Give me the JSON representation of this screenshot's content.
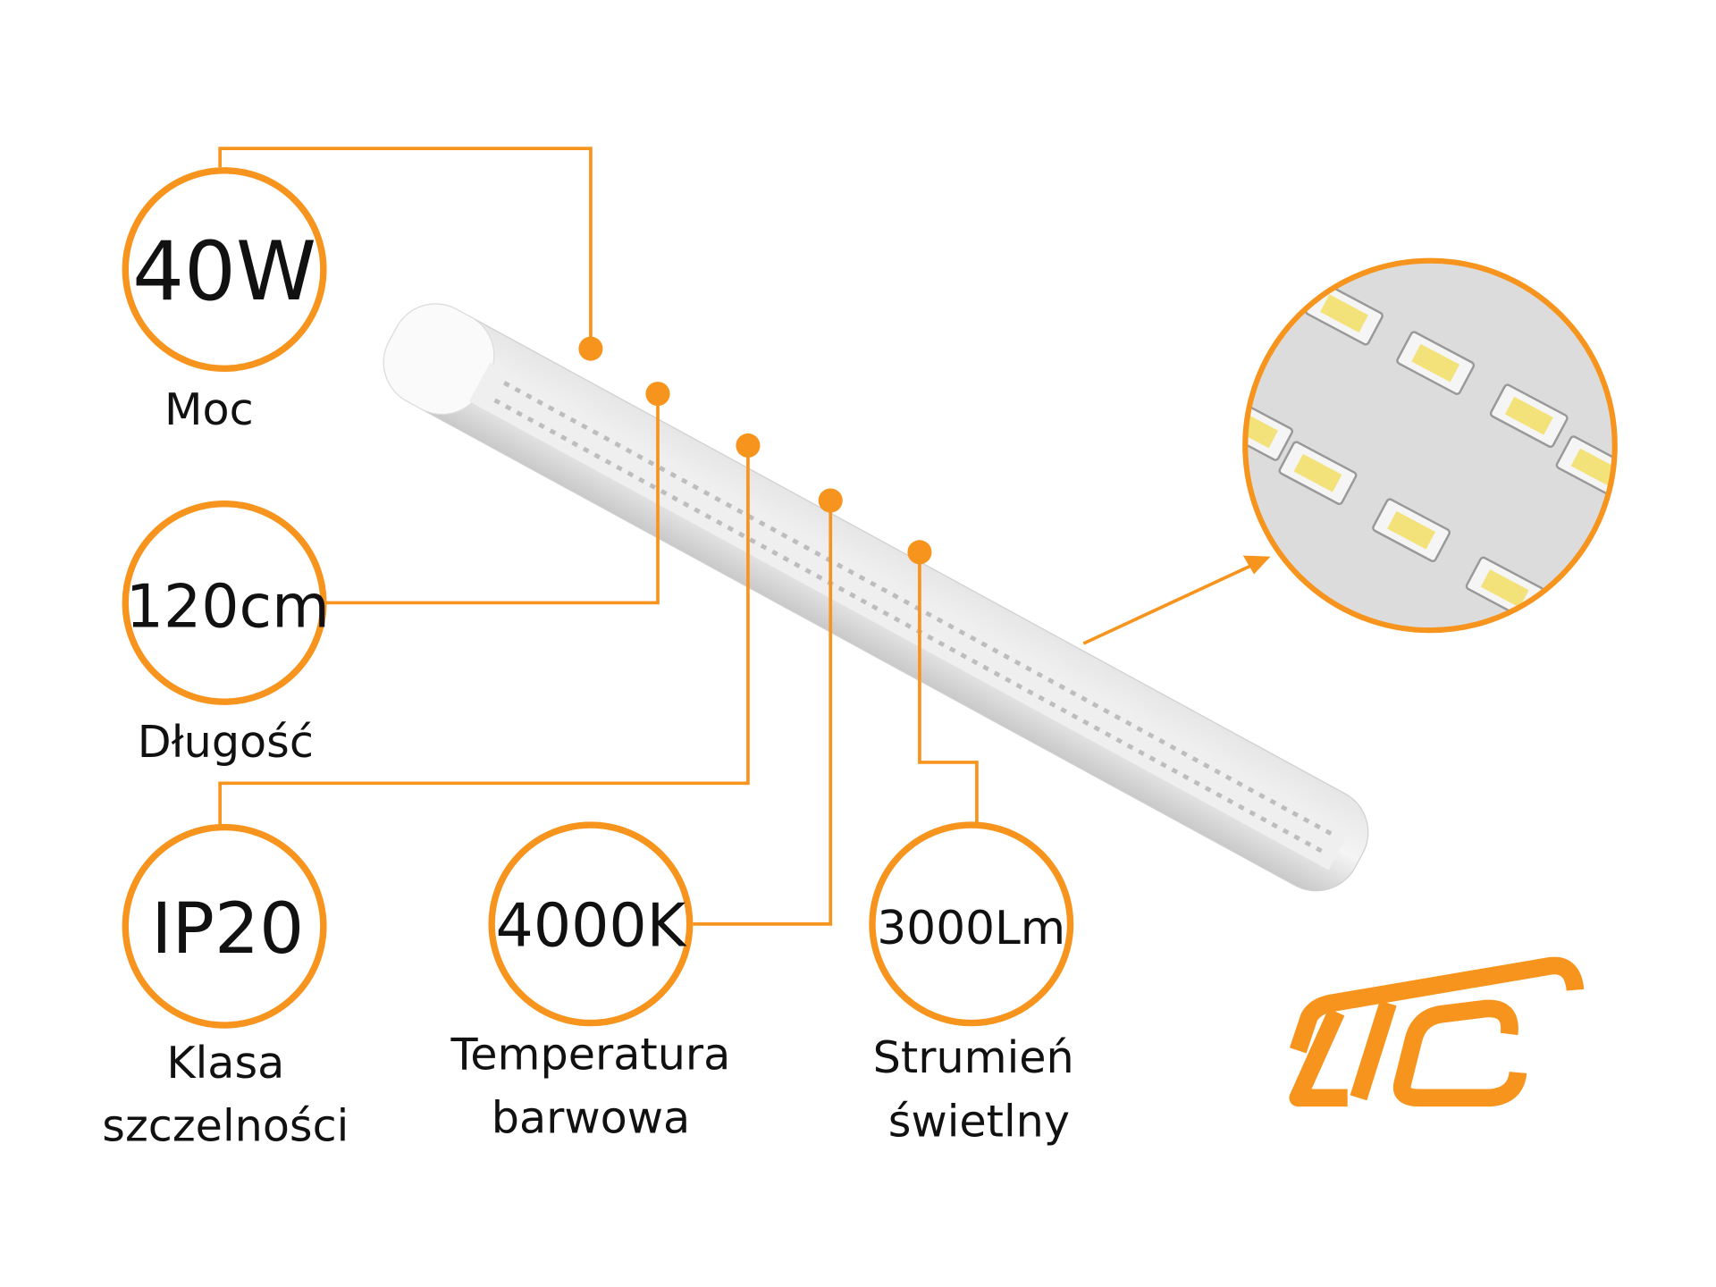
{
  "colors": {
    "accent": "#f7941d",
    "text": "#111111"
  },
  "specs": [
    {
      "value": "40W",
      "label_lines": [
        "Moc"
      ]
    },
    {
      "value": "120cm",
      "label_lines": [
        "Długość"
      ]
    },
    {
      "value": "IP20",
      "label_lines": [
        "Klasa",
        "szczelności"
      ]
    },
    {
      "value": "4000K",
      "label_lines": [
        "Temperatura",
        "barwowa"
      ]
    },
    {
      "value": "3000Lm",
      "label_lines": [
        "Strumień",
        "świetlny"
      ]
    }
  ],
  "logo": {
    "text": "LTC"
  }
}
